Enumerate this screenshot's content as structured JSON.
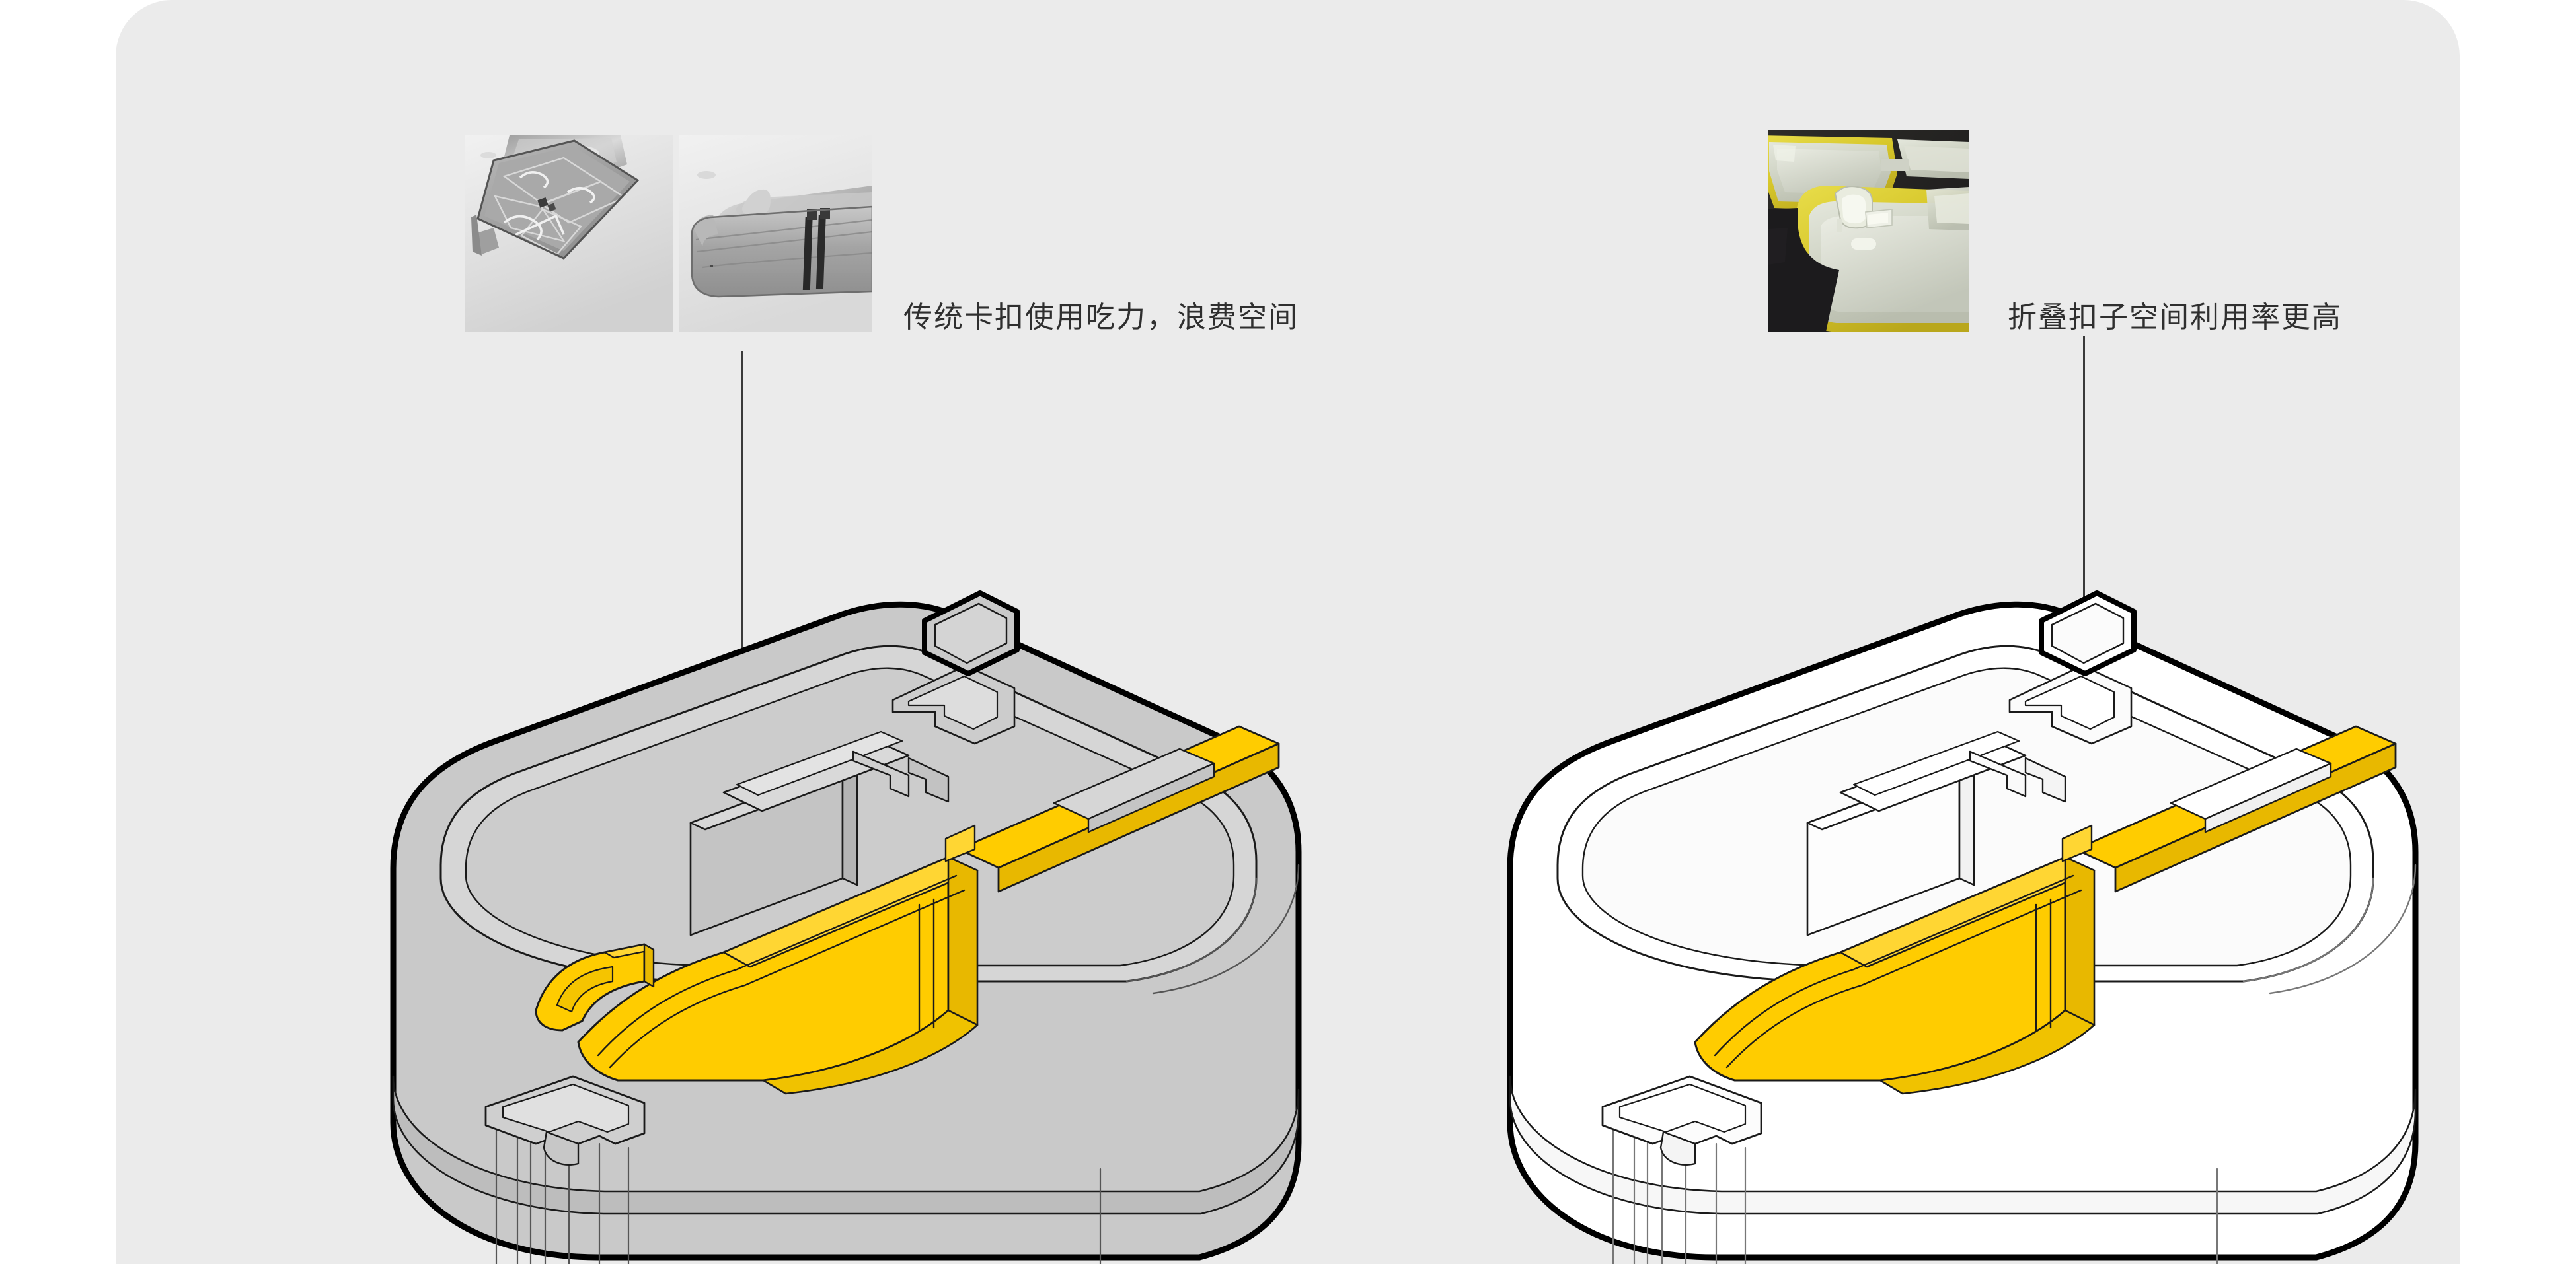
{
  "board": {
    "background_color": "#ffffff",
    "card_color": "#ebebeb",
    "title": "",
    "accent_color": "#FFCC00",
    "outline_color": "#000000",
    "leader_line_color": "#3a3a3a"
  },
  "panels": [
    {
      "id": "left",
      "caption": "传统卡扣使用吃力，浪费空间",
      "render_fill": "#c9c9c9",
      "render_name": "traditional-buckle-box-cutaway",
      "photos": [
        {
          "name": "photo-open-box-compartments",
          "style": "grayscale",
          "alt": "打开的透明分隔收纳盒俯视照片"
        },
        {
          "name": "photo-box-side-buckle",
          "style": "grayscale",
          "alt": "收纳盒侧面卡扣照片"
        }
      ]
    },
    {
      "id": "right",
      "caption": "折叠扣子空间利用率更高",
      "render_fill": "#ffffff",
      "render_name": "folding-buckle-box-cutaway",
      "photos": [
        {
          "name": "photo-yellow-rim-folding-clasp",
          "style": "color",
          "alt": "黄色边框折叠扣子实物照片"
        }
      ]
    }
  ],
  "colors": {
    "yellow_fill": "#FFCC00",
    "yellow_edge": "#E3B400",
    "yellow_light": "#FFD633",
    "gray_fill": "#c9c9c9",
    "gray_shade": "#bdbdbd",
    "gray_light": "#d5d5d5",
    "white_fill": "#ffffff",
    "white_shade": "#f4f4f4",
    "line_thin": "#1a1a1a",
    "card_bg": "#ebebeb"
  }
}
